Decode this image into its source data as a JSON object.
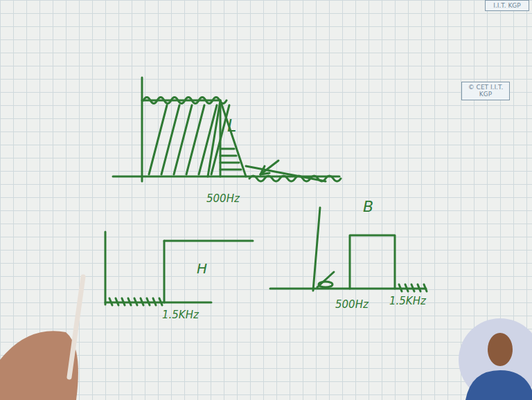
{
  "diagram": {
    "nodes": [
      {
        "text": [
          "I.I.T. KGP"
        ]
      },
      {
        "text": [
          "© CET I.I.T. KGP"
        ]
      }
    ],
    "labels": [
      "L",
      "500Hz",
      "H",
      "1.5KHz",
      "B",
      "500Hz",
      "1.5KHz"
    ]
  }
}
